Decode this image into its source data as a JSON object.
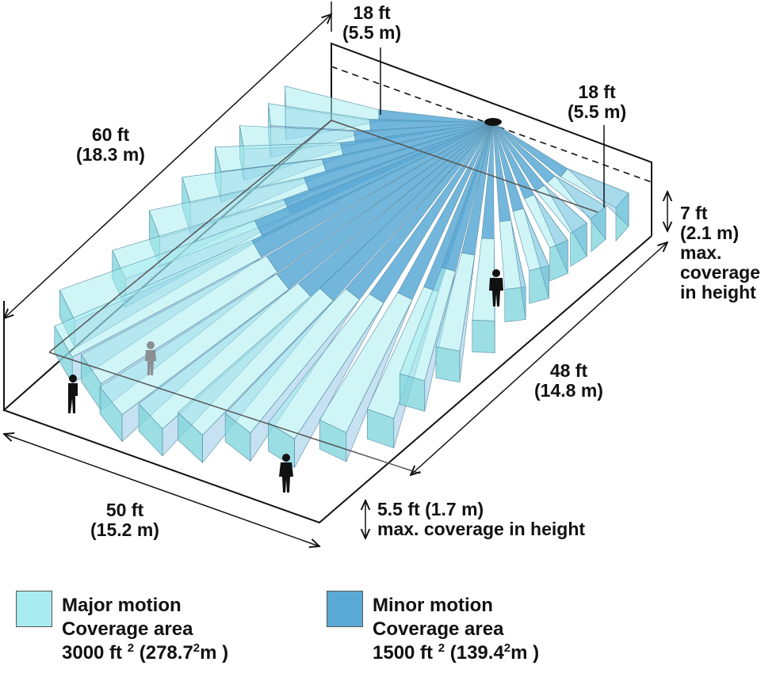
{
  "labels": {
    "left_width_ft": "18 ft",
    "left_width_m": "(5.5 m)",
    "right_width_ft": "18 ft",
    "right_width_m": "(5.5 m)",
    "length_60_ft": "60 ft",
    "length_60_m": "(18.3 m)",
    "height_7_ft": "7 ft",
    "height_7_m": "(2.1 m)",
    "height_7_note_1": "max.",
    "height_7_note_2": "coverage",
    "height_7_note_3": "in height",
    "length_48_ft": "48 ft",
    "length_48_m": "(14.8 m)",
    "width_50_ft": "50 ft",
    "width_50_m": "(15.2 m)",
    "height_5_5": "5.5 ft (1.7 m)",
    "height_5_5_note": "max. coverage in height"
  },
  "legend": {
    "major": {
      "title": "Major motion",
      "subtitle": "Coverage area",
      "area_value": "3000 ft",
      "area_exp": "2",
      "area_metric": "(278.7",
      "area_metric_exp": "2",
      "area_metric_unit": "m  )",
      "color": "#a8ecef"
    },
    "minor": {
      "title": "Minor motion",
      "subtitle": "Coverage area",
      "area_value": "1500 ft",
      "area_exp": "2",
      "area_metric": "(139.4",
      "area_metric_exp": "2",
      "area_metric_unit": "m  )",
      "color": "#5ba9d6"
    }
  },
  "colors": {
    "major_face": "#a8ecef",
    "major_side": "#82d6dc",
    "minor_beam": "#5ba9d6",
    "outline": "#111111"
  }
}
